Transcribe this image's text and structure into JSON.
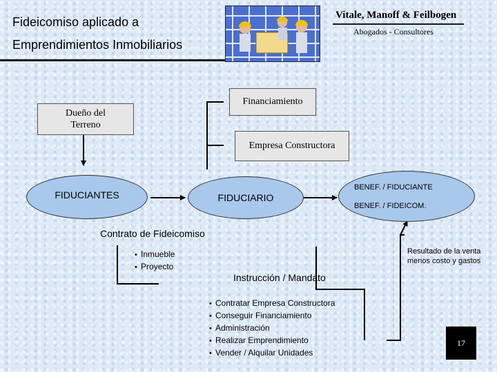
{
  "header": {
    "title_line1": "Fideicomiso aplicado a",
    "title_line2": "Emprendimientos Inmobiliarios",
    "firm_name": "Vitale, Manoff & Feilbogen",
    "firm_subtitle": "Abogados - Consultores",
    "logo_icon": "construction-workers-illustration"
  },
  "diagram": {
    "owner_box": "Dueño del\nTerreno",
    "financing_box": "Financiamiento",
    "builder_box": "Empresa Constructora",
    "fiduciantes": "FIDUCIANTES",
    "fiduciario": "FIDUCIARIO",
    "benef_fiduciante": "BENEF. / FIDUCIANTE",
    "benef_fideicom": "BENEF. / FIDEICOM.",
    "contract_label": "Contrato de Fideicomiso",
    "contract_items": [
      "Inmueble",
      "Proyecto"
    ],
    "result_note": "Resultado de la venta\nmenos costo y gastos",
    "instruction_label": "Instrucción / Mandato",
    "instruction_items": [
      "Contratar Empresa Constructora",
      "Conseguir Financiamiento",
      "Administración",
      "Realizar Emprendimiento",
      "Vender / Alquilar Unidades"
    ]
  },
  "footer": {
    "page_number": "17"
  },
  "colors": {
    "background": "#dde9f6",
    "ellipse_fill": "#a8c8ec",
    "header_rule": "#1a1a1a",
    "box_fill": "#e6e6e6",
    "page_badge": "#000000"
  }
}
